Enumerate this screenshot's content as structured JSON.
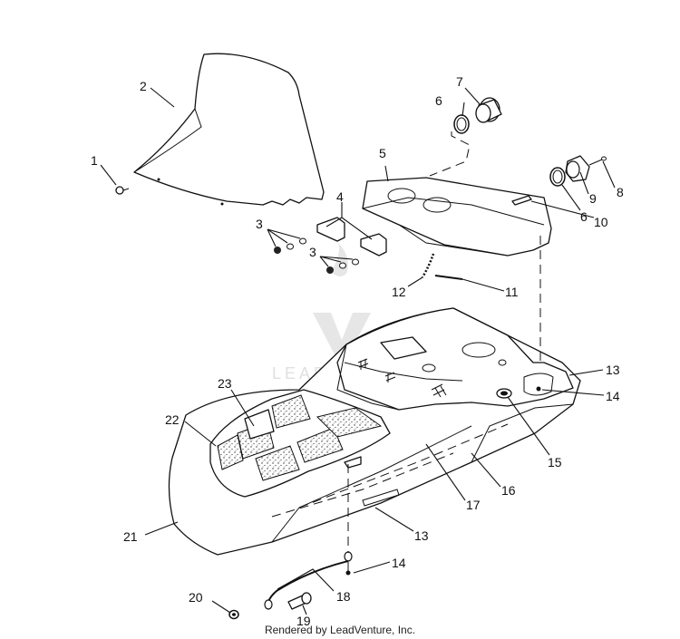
{
  "labels": {
    "p1": "1",
    "p2": "2",
    "p3a": "3",
    "p3b": "3",
    "p4": "4",
    "p5": "5",
    "p6a": "6",
    "p6b": "6",
    "p7": "7",
    "p8": "8",
    "p9": "9",
    "p10": "10",
    "p11": "11",
    "p12": "12",
    "p13a": "13",
    "p13b": "13",
    "p14a": "14",
    "p14b": "14",
    "p15": "15",
    "p16": "16",
    "p17": "17",
    "p18": "18",
    "p19": "19",
    "p20": "20",
    "p21": "21",
    "p22": "22",
    "p23": "23"
  },
  "watermark": {
    "text": "LEADVENTURE"
  },
  "footer": {
    "credit": "Rendered by LeadVenture, Inc."
  }
}
